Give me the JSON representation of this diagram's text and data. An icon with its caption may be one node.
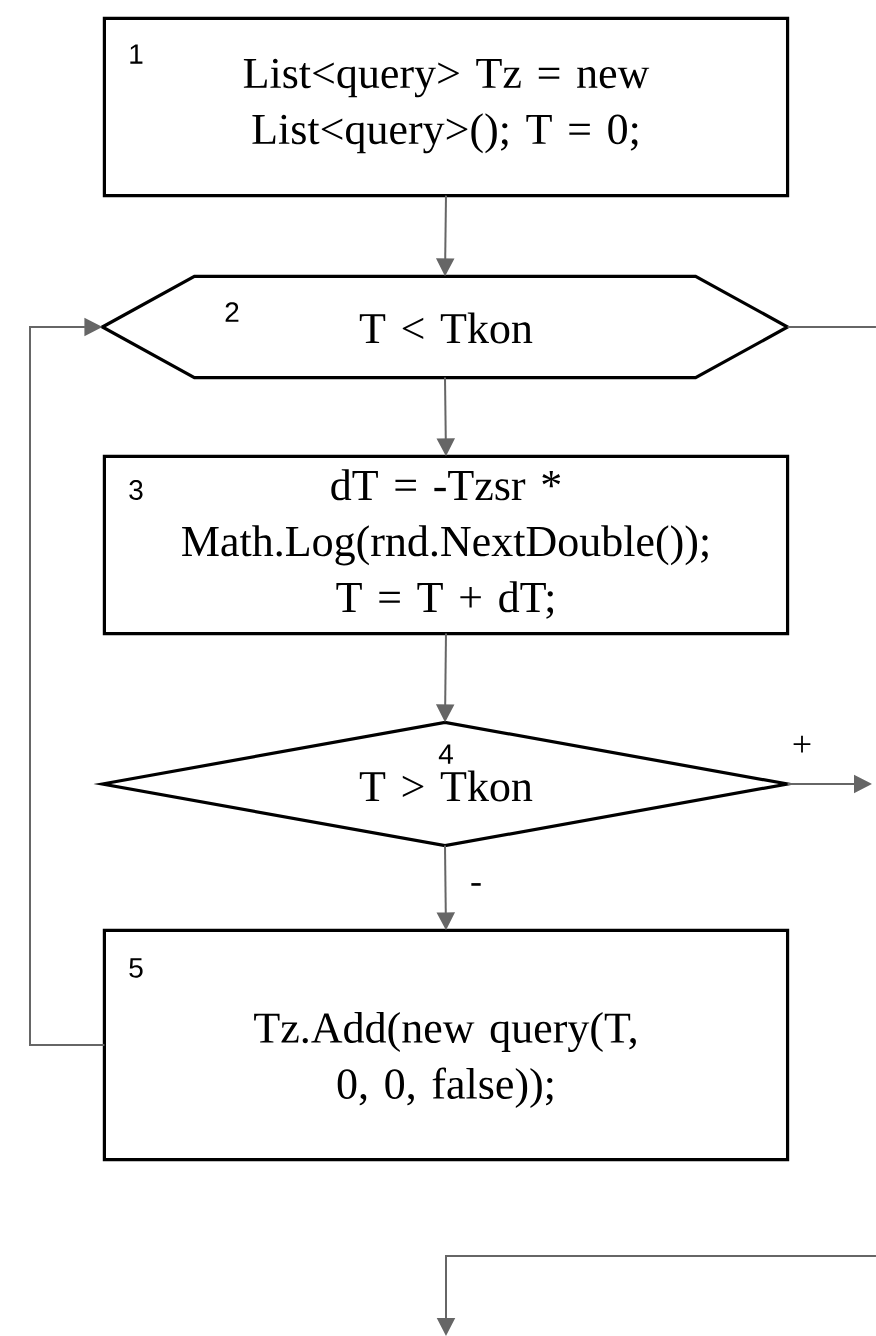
{
  "diagram": {
    "nodes": [
      {
        "text": [
          "1",
          "List<query> Tz = new List<query>(); T = 0;"
        ]
      },
      {
        "text": [
          "2",
          "T < Tkon"
        ]
      },
      {
        "text": [
          "3",
          "dT = -Tzsr * Math.Log(rnd.NextDouble()); T = T + dT;"
        ]
      },
      {
        "text": [
          "4",
          "T > Tkon"
        ]
      },
      {
        "text": [
          "5",
          "Tz.Add(new query(T, 0, 0, false));"
        ]
      }
    ],
    "edges": [
      {
        "from": 0,
        "to": 1,
        "arrow": "to"
      },
      {
        "from": 1,
        "to": 2,
        "arrow": "to"
      },
      {
        "from": 2,
        "to": 3,
        "arrow": "to"
      },
      {
        "from": 3,
        "to": 4,
        "arrow": "to",
        "label": "-"
      },
      {
        "from": 4,
        "to": 1,
        "arrow": "to"
      },
      {
        "from": 1,
        "to": null,
        "arrow": "none"
      },
      {
        "from": 3,
        "to": null,
        "arrow": "to",
        "label": "+"
      }
    ]
  }
}
